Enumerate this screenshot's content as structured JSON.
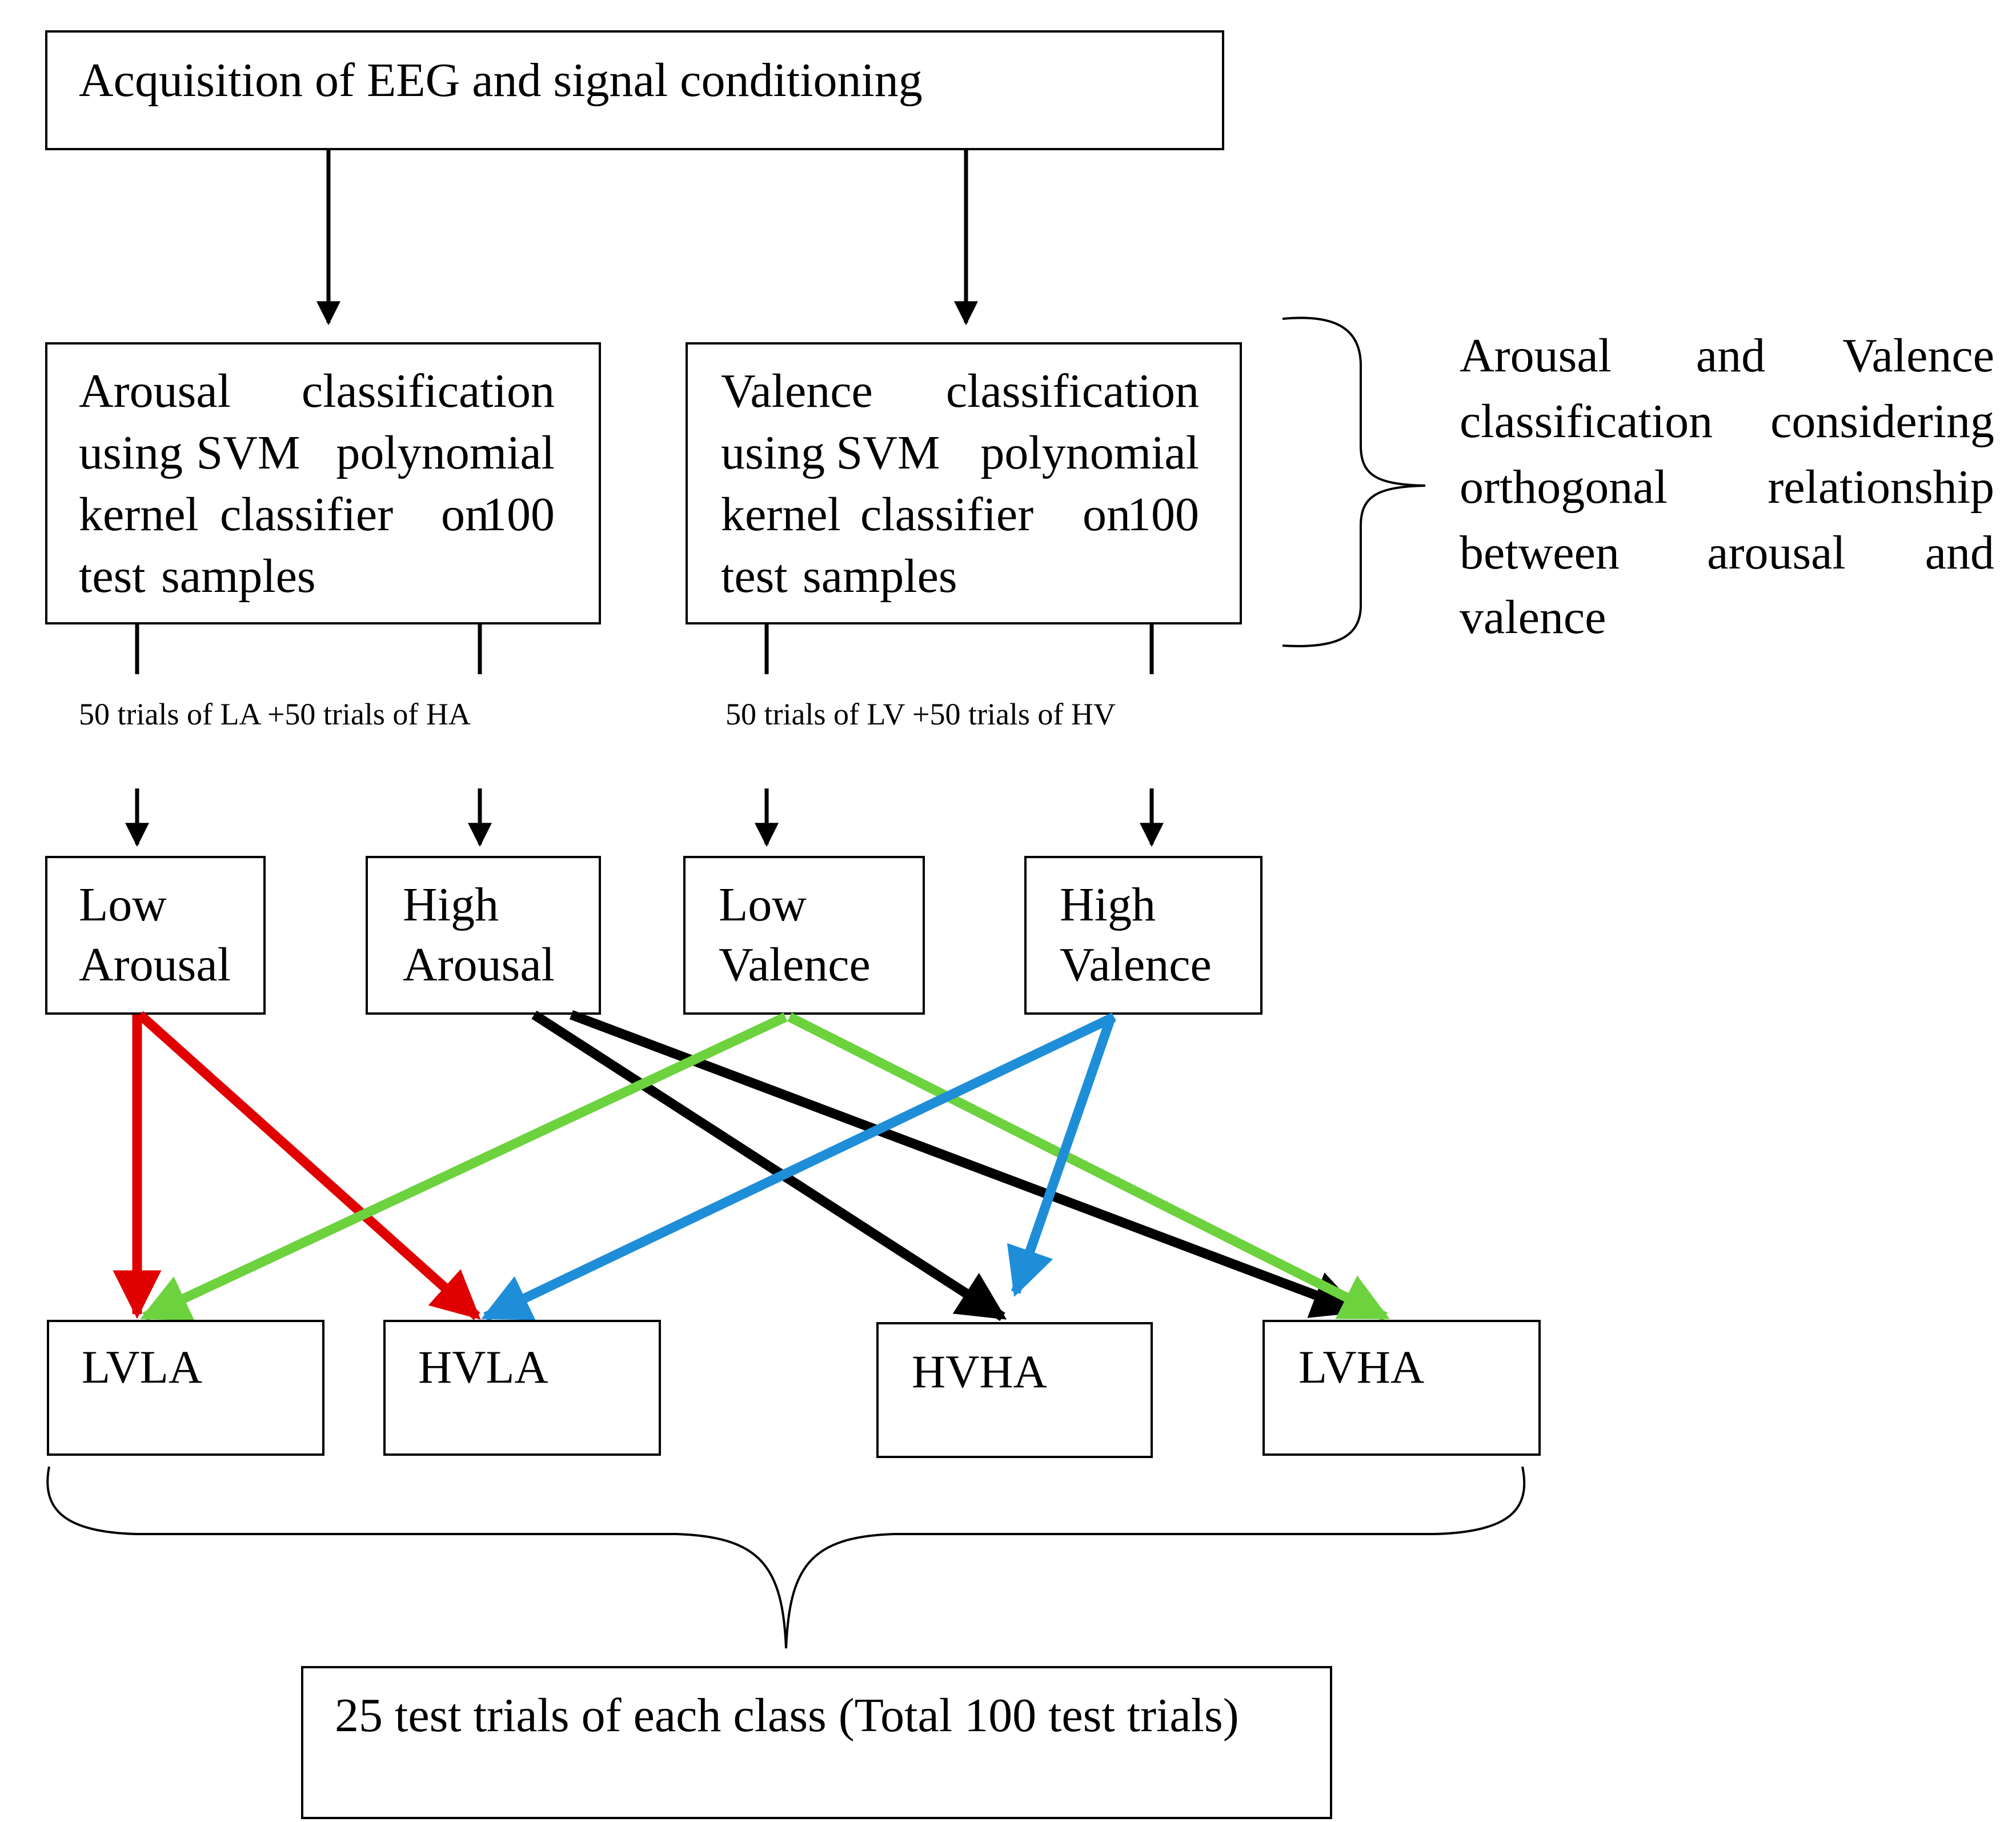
{
  "boxes": {
    "acquisition": "Acquisition of EEG and signal conditioning",
    "arousal_classification": [
      "Arousal",
      "classification",
      "using",
      "SVM",
      "polynomial",
      "kernel",
      "classifier",
      "on",
      "100",
      "test",
      "samples"
    ],
    "valence_classification": [
      "Valence",
      "classification",
      "using",
      "SVM",
      "polynomial",
      "kernel",
      "classifier",
      "on",
      "100",
      "test",
      "samples"
    ],
    "low_arousal": [
      "Low",
      "Arousal"
    ],
    "high_arousal": [
      "High",
      "Arousal"
    ],
    "low_valence": [
      "Low",
      "Valence"
    ],
    "high_valence": [
      "High",
      "Valence"
    ],
    "lvla": "LVLA",
    "hvla": "HVLA",
    "hvha": "HVHA",
    "lvha": "LVHA",
    "total": "25 test trials of each class (Total 100 test trials)"
  },
  "edge_labels": {
    "arousal_trials": "50 trials of LA +50 trials of HA",
    "valence_trials": "50 trials of LV +50 trials of HV"
  },
  "side_note": [
    "Arousal",
    "and",
    "Valence",
    "classification",
    "considering",
    "orthogonal",
    "relationship",
    "between",
    "arousal",
    "and",
    "valence"
  ],
  "colors": {
    "low_arousal_edges": "#e00000",
    "high_arousal_edges": "#000000",
    "low_valence_edges": "#6cd23e",
    "high_valence_edges": "#1f8ed8"
  }
}
